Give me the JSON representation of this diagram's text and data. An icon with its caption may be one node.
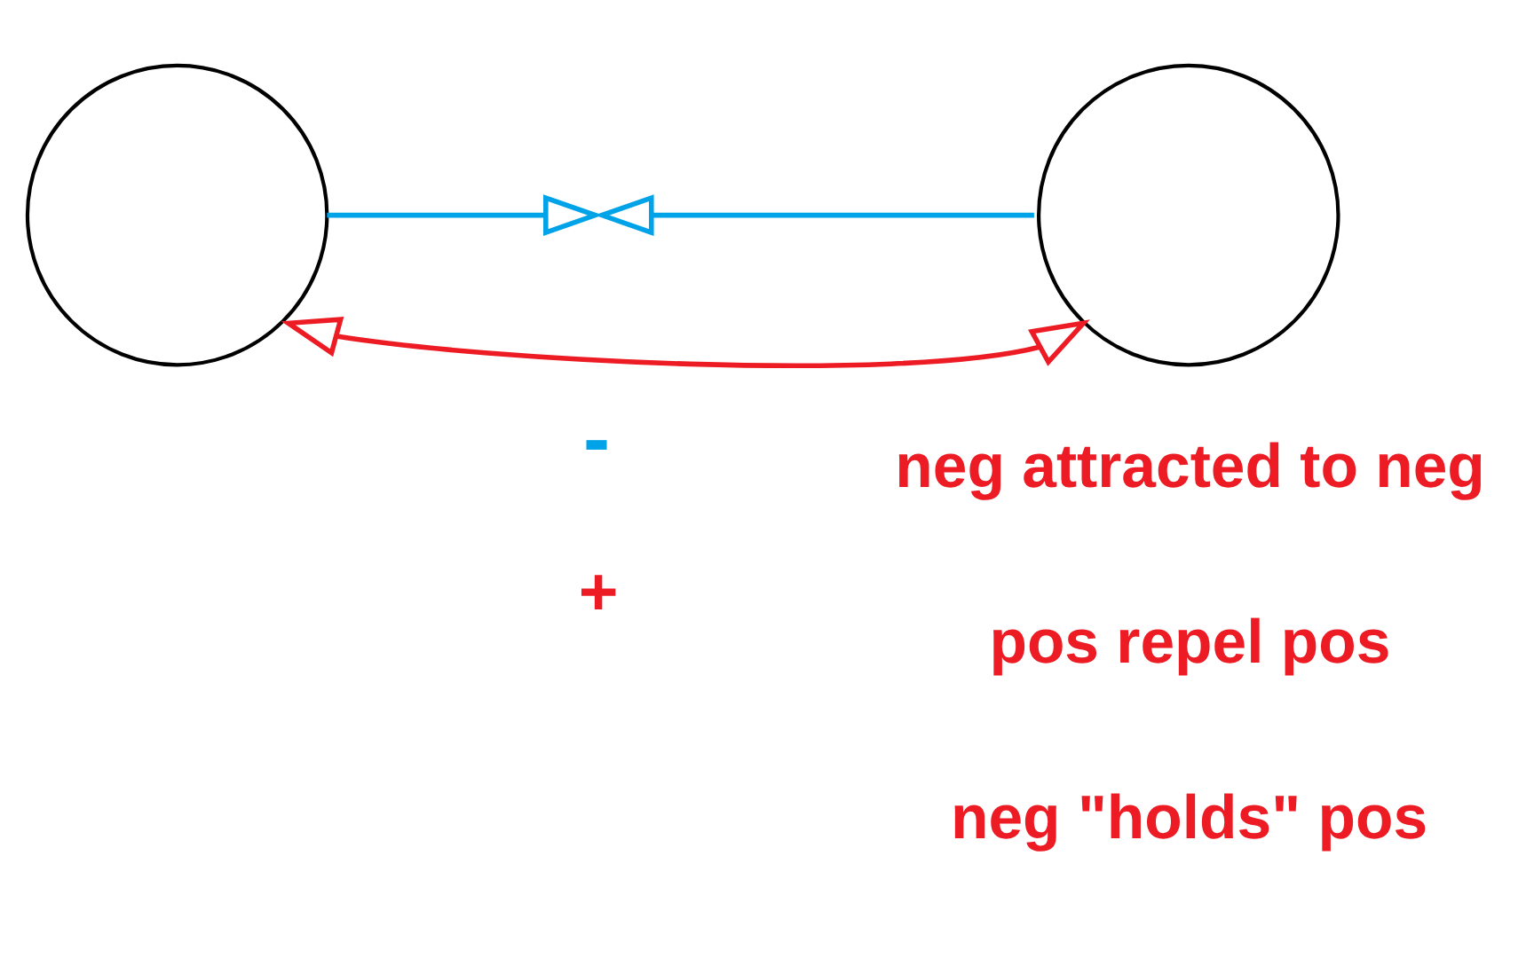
{
  "diagram": {
    "nodes": [
      {
        "text": [],
        "shape": "circle"
      },
      {
        "text": [],
        "shape": "circle"
      }
    ],
    "edges": [
      {
        "from": 0,
        "to": null,
        "arrow": "to"
      },
      {
        "from": 1,
        "to": null,
        "arrow": "to"
      },
      {
        "from": 0,
        "to": 1,
        "arrow": "both",
        "color": "#ed1c24"
      }
    ],
    "labels": [
      "-",
      "+",
      "neg attracted to neg",
      "pos repel pos",
      "neg \"holds\" pos"
    ]
  }
}
